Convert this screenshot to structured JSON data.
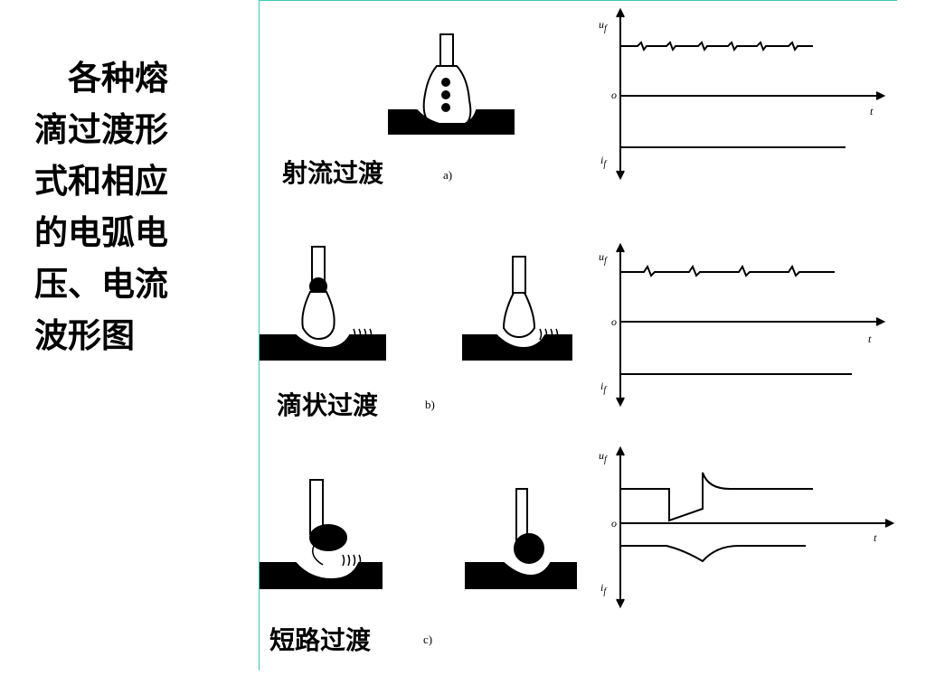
{
  "side_title_lines": [
    "　各种熔",
    "滴过渡形",
    "式和相应",
    "的电弧电",
    "压、电流",
    "波形图"
  ],
  "transfers": [
    {
      "name": "射流过渡",
      "tag": "a)"
    },
    {
      "name": "滴状过渡",
      "tag": "b)"
    },
    {
      "name": "短路过渡",
      "tag": "c)"
    }
  ],
  "axis_labels": {
    "voltage": "u",
    "voltage_sub": "f",
    "origin": "o",
    "time": "t",
    "current": "i",
    "current_sub": "f"
  },
  "colors": {
    "border": "#3cc8b8",
    "ink": "#000000"
  }
}
